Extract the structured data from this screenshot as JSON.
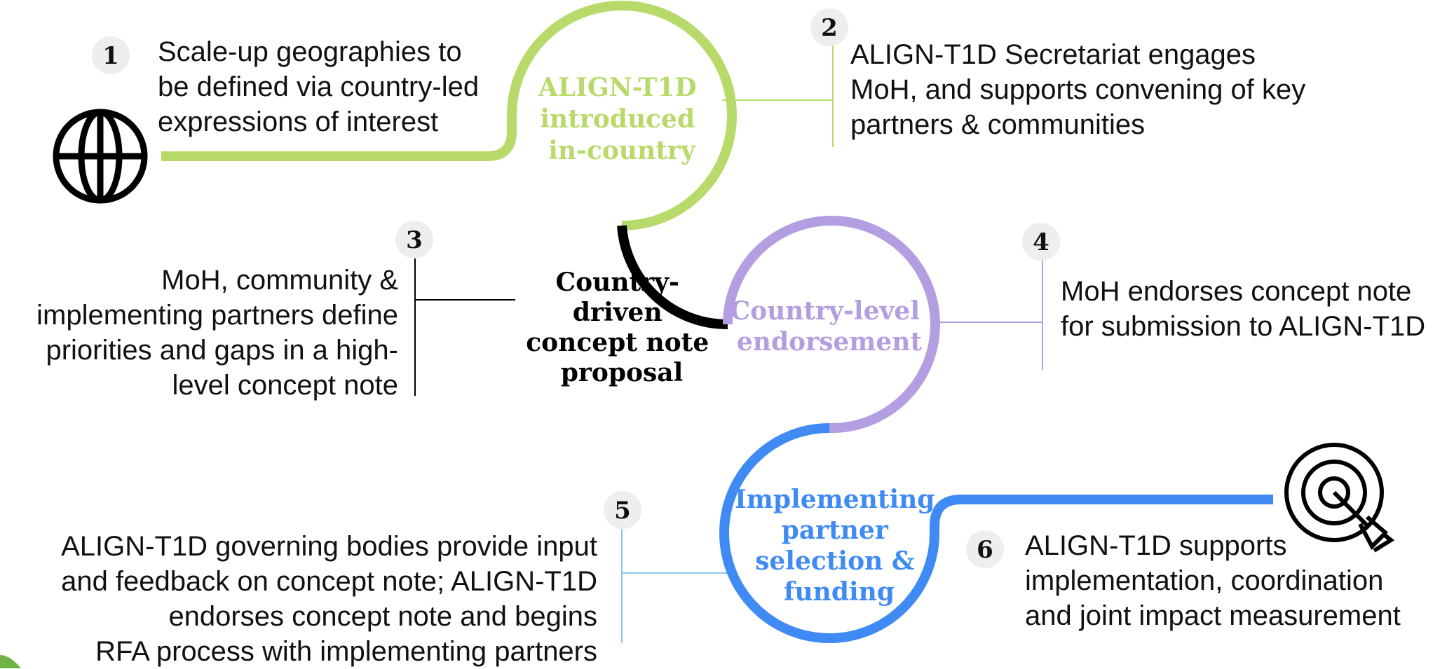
{
  "colors": {
    "green": "#B7DA6A",
    "black": "#000000",
    "lavender": "#B29EE0",
    "blue": "#3F8BF3",
    "badge": "#EEEEEE",
    "text": "#111111"
  },
  "icons": {
    "start": "globe-icon",
    "end": "target-icon"
  },
  "steps": [
    {
      "number": "1",
      "lines": [
        "Scale-up geographies to",
        "be defined via country-led",
        "expressions of interest"
      ]
    },
    {
      "number": "2",
      "lines": [
        "ALIGN-T1D Secretariat engages",
        "MoH, and supports convening of key",
        "partners & communities"
      ]
    },
    {
      "number": "3",
      "lines": [
        "MoH, community &",
        "implementing partners define",
        "priorities and gaps in a high-",
        "level concept note"
      ]
    },
    {
      "number": "4",
      "lines": [
        "MoH endorses concept note",
        "for submission to ALIGN-T1D"
      ]
    },
    {
      "number": "5",
      "lines": [
        "ALIGN-T1D governing bodies provide input",
        "and feedback on concept note; ALIGN-T1D",
        "endorses concept note and begins",
        "RFA process with implementing partners"
      ]
    },
    {
      "number": "6",
      "lines": [
        "ALIGN-T1D supports",
        "implementation, coordination",
        "and joint impact measurement"
      ]
    }
  ],
  "stages": [
    {
      "lines": [
        "ALIGN-T1D",
        "introduced",
        "in-country"
      ]
    },
    {
      "lines": [
        "Country-",
        "driven",
        "concept note",
        "proposal"
      ]
    },
    {
      "lines": [
        "Country-level",
        "endorsement"
      ]
    },
    {
      "lines": [
        "Implementing",
        "partner",
        "selection &",
        "funding"
      ]
    }
  ]
}
